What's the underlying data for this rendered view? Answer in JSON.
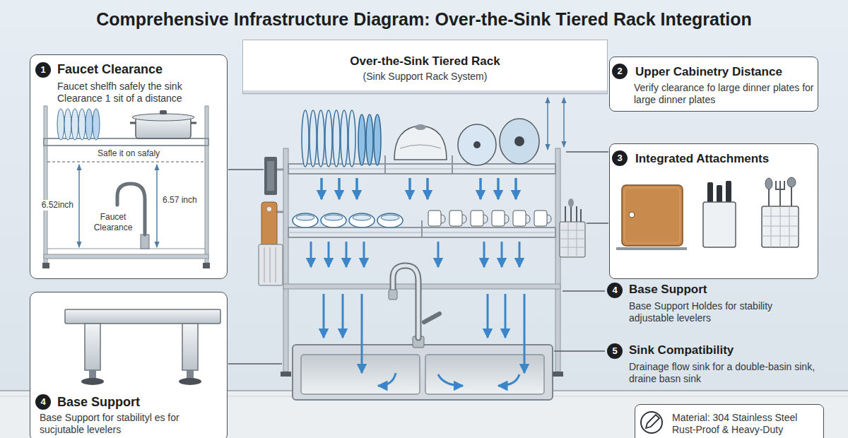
{
  "diagram": {
    "title": "Comprehensive Infrastructure Diagram: Over-the-Sink Tiered Rack Integration",
    "nodes": [
      {
        "text": [
          "Faucet Clearance",
          "Faucet shelfh safely the sink Clearance 1 sit of a distance"
        ]
      },
      {
        "text": [
          "Over-the-Sink Tiered Rack",
          "(Sink Support Rack System)"
        ]
      },
      {
        "text": [
          "Upper Cabinetry Distance",
          "Verify clearance fo large dinner plates for large dinner plates"
        ]
      },
      {
        "text": [
          "Integrated Attachments"
        ]
      },
      {
        "text": [
          "Base Support",
          "Base Support for stabilityl es for sucjutable levelers"
        ]
      },
      {
        "text": [
          "Material: 304 Stainless Steel Rust-Proof & Heavy-Duty"
        ]
      }
    ],
    "labels": [
      "1",
      "Safle it on safaly",
      "6.52inch",
      "6.57 inch",
      "Faucet Clearance",
      "2",
      "3",
      "4",
      "Base Support",
      "Base Support Holdes for stability adjustable levelers",
      "5",
      "Sink Compatibility",
      "Drainage flow sink for a double-basin sink, draine basn sink",
      "4"
    ]
  }
}
